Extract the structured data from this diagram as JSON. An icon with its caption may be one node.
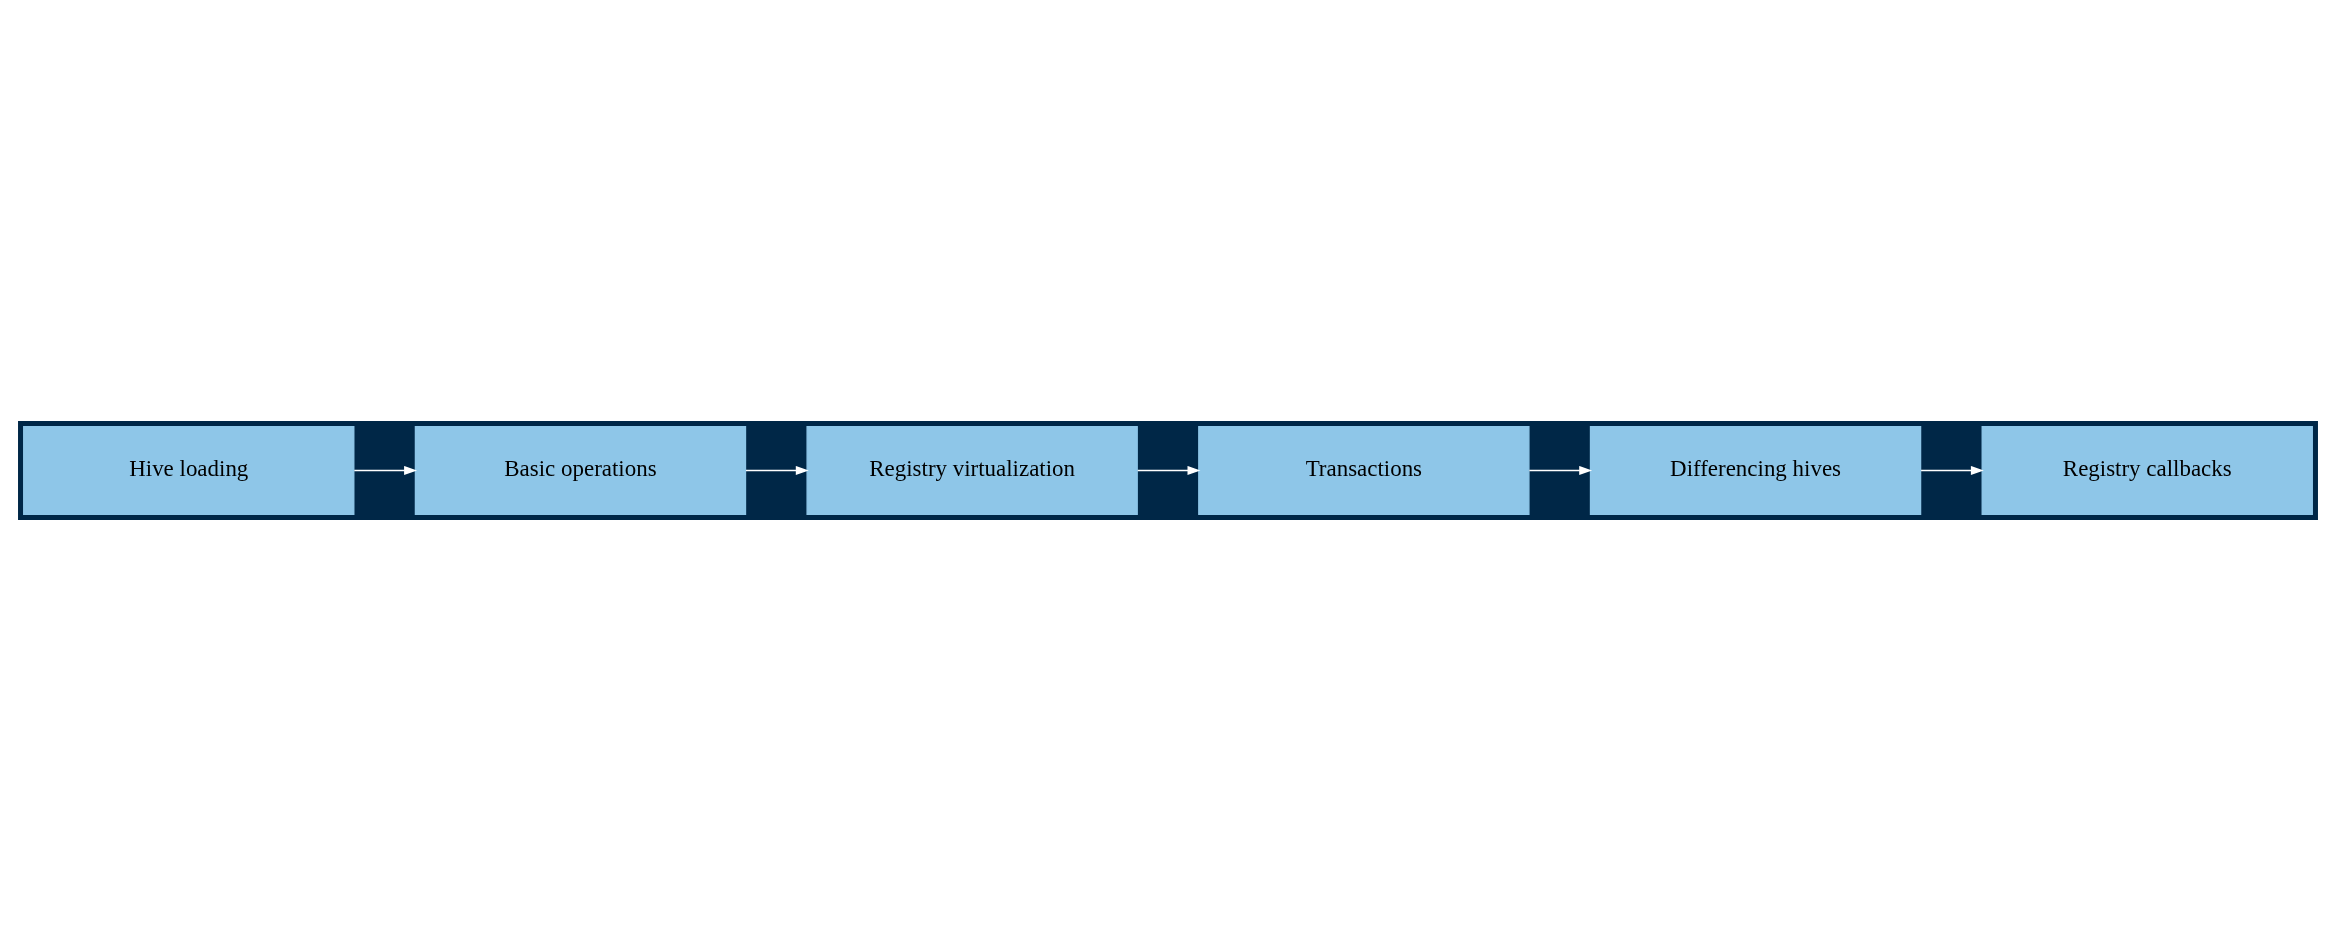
{
  "diagram": {
    "nodes": [
      {
        "text": [
          "Hive loading"
        ]
      },
      {
        "text": [
          "Basic operations"
        ]
      },
      {
        "text": [
          "Registry virtualization"
        ]
      },
      {
        "text": [
          "Transactions"
        ]
      },
      {
        "text": [
          "Differencing hives"
        ]
      },
      {
        "text": [
          "Registry callbacks"
        ]
      }
    ],
    "edges": [
      {
        "from": 0,
        "to": 1,
        "arrow": "to"
      },
      {
        "from": 1,
        "to": 2,
        "arrow": "to"
      },
      {
        "from": 2,
        "to": 3,
        "arrow": "to"
      },
      {
        "from": 3,
        "to": 4,
        "arrow": "to"
      },
      {
        "from": 4,
        "to": 5,
        "arrow": "to"
      }
    ]
  }
}
